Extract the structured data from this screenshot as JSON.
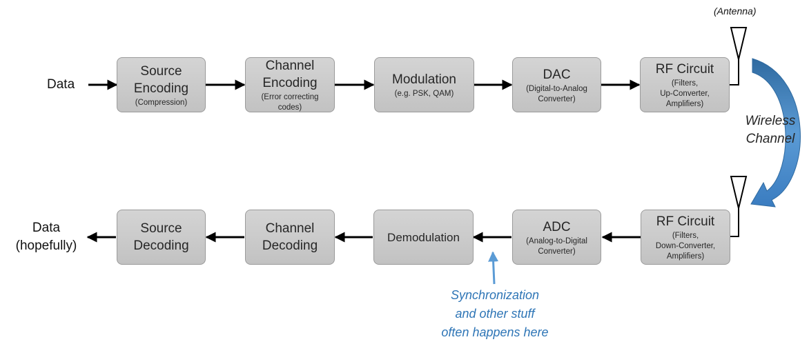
{
  "colors": {
    "block_fill": "#c8c8c8",
    "block_border": "#9a9a9a",
    "arrow": "#000000",
    "channel_arrow": "#2e75b6",
    "note_text": "#2e75b6"
  },
  "tx": {
    "input_label": "Data",
    "blocks": [
      {
        "title": [
          "Source",
          "Encoding"
        ],
        "subtitle": [
          "(Compression)"
        ]
      },
      {
        "title": [
          "Channel",
          "Encoding"
        ],
        "subtitle": [
          "(Error correcting",
          "codes)"
        ]
      },
      {
        "title": [
          "Modulation"
        ],
        "subtitle": [
          "(e.g. PSK, QAM)"
        ]
      },
      {
        "title": [
          "DAC"
        ],
        "subtitle": [
          "(Digital-to-Analog",
          "Converter)"
        ]
      },
      {
        "title": [
          "RF Circuit"
        ],
        "subtitle": [
          "(Filters,",
          "Up-Converter,",
          "Amplifiers)"
        ]
      }
    ]
  },
  "rx": {
    "output_label": [
      "Data",
      "(hopefully)"
    ],
    "blocks": [
      {
        "title": [
          "Source",
          "Decoding"
        ],
        "subtitle": []
      },
      {
        "title": [
          "Channel",
          "Decoding"
        ],
        "subtitle": []
      },
      {
        "title": [
          "Demodulation"
        ],
        "subtitle": []
      },
      {
        "title": [
          "ADC"
        ],
        "subtitle": [
          "(Analog-to-Digital",
          "Converter)"
        ]
      },
      {
        "title": [
          "RF Circuit"
        ],
        "subtitle": [
          "(Filters,",
          "Down-Converter,",
          "Amplifiers)"
        ]
      }
    ]
  },
  "antenna_label": "(Antenna)",
  "channel_label": [
    "Wireless",
    "Channel"
  ],
  "sync_note": [
    "Synchronization",
    "and other stuff",
    "often happens here"
  ],
  "icons": {
    "antenna": "antenna-icon",
    "flow_arrow": "arrow-icon",
    "channel_arrow": "curved-arrow-icon"
  }
}
